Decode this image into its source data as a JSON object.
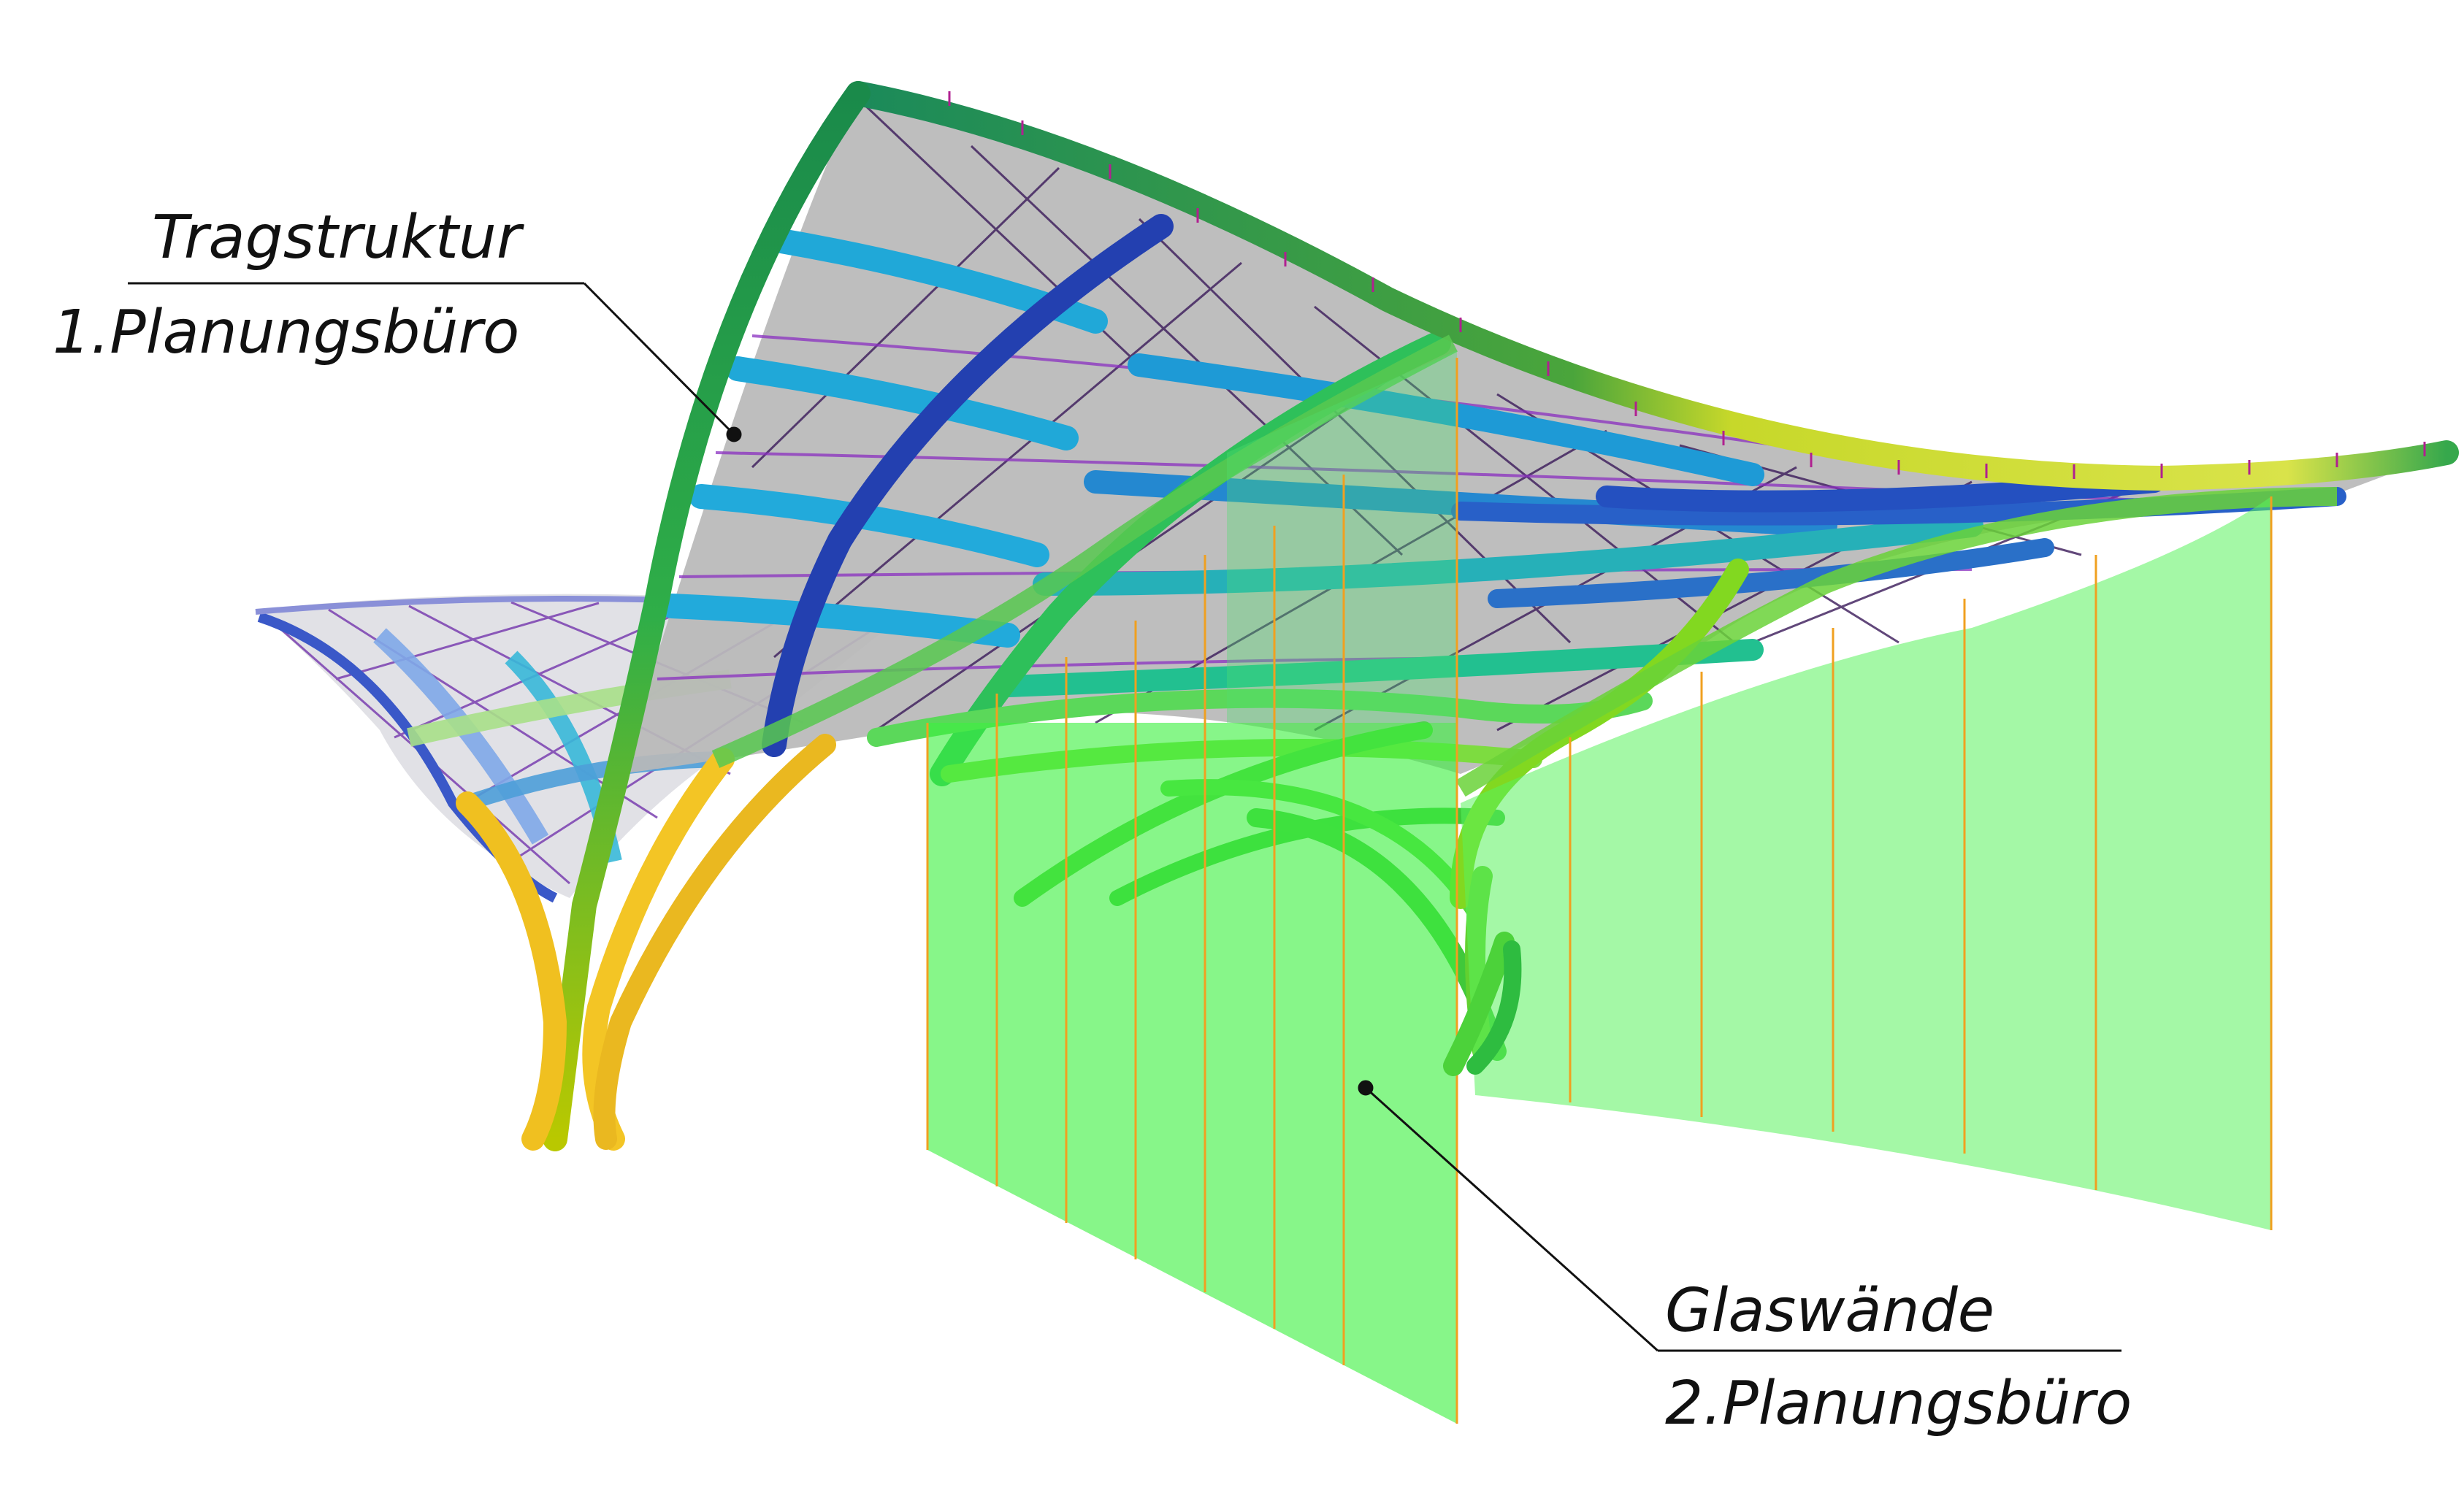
{
  "annotations": {
    "structure": {
      "line1": "Tragstruktur",
      "line2": "1.Planungsbüro"
    },
    "glass": {
      "line1": "Glaswände",
      "line2": "2.Planungsbüro"
    }
  },
  "colors": {
    "roof_membrane": "#bdbdbd",
    "glass_wall": "#59f25c",
    "beam_dark_blue": "#2543b5",
    "beam_cyan": "#21a9dc",
    "beam_green": "#2fbf55",
    "beam_lime": "#c6e02a",
    "column_yellow": "#f2c21c",
    "cable_purple": "#7a3fb0",
    "mullion_orange": "#f0a020",
    "leader_line": "#111111"
  }
}
